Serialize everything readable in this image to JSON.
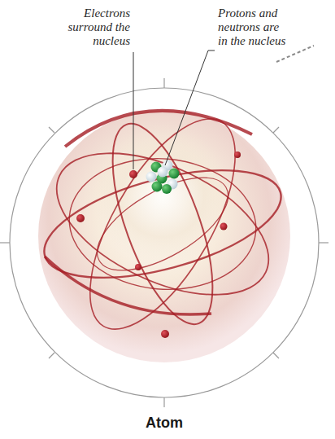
{
  "diagram": {
    "title": "Atom",
    "labels": [
      "Electrons surround the nucleus",
      "Protons and neutrons are in the nucleus"
    ]
  }
}
